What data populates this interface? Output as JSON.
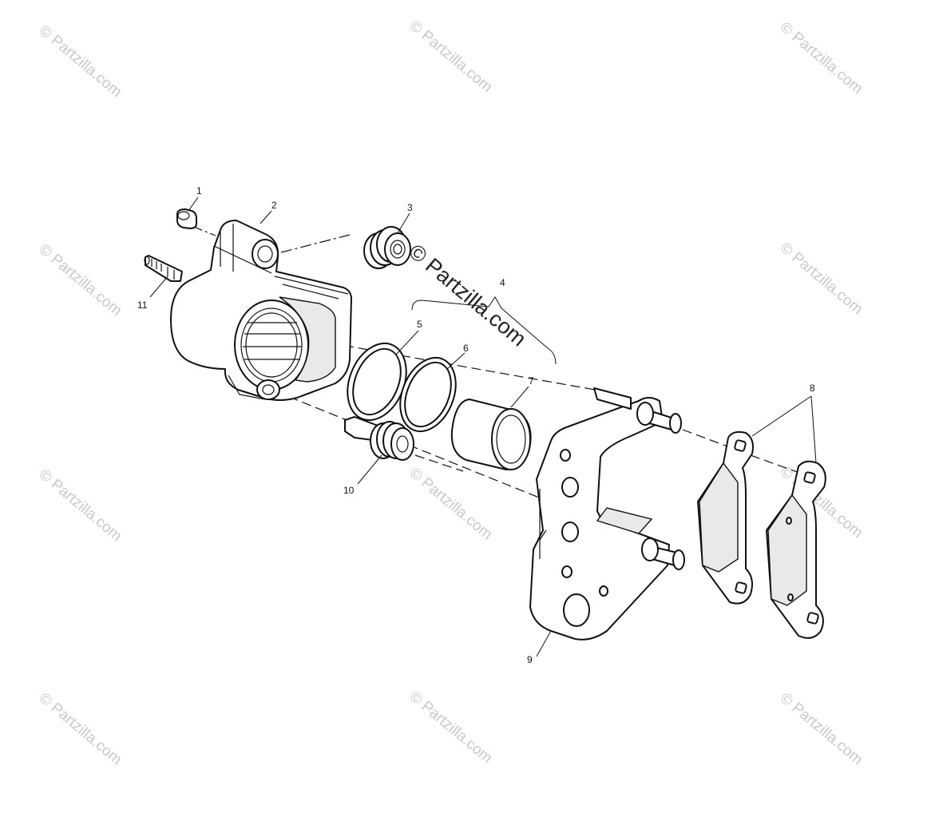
{
  "watermark_text": "© Partzilla.com",
  "center_watermark_text": "© Partzilla.com",
  "callouts": {
    "c1": "1",
    "c2": "2",
    "c3": "3",
    "c4": "4",
    "c5": "5",
    "c6": "6",
    "c7": "7",
    "c8": "8",
    "c9": "9",
    "c10": "10",
    "c11": "11"
  },
  "colors": {
    "line": "#111111",
    "watermark": "#c9c9c9",
    "background": "#ffffff"
  }
}
